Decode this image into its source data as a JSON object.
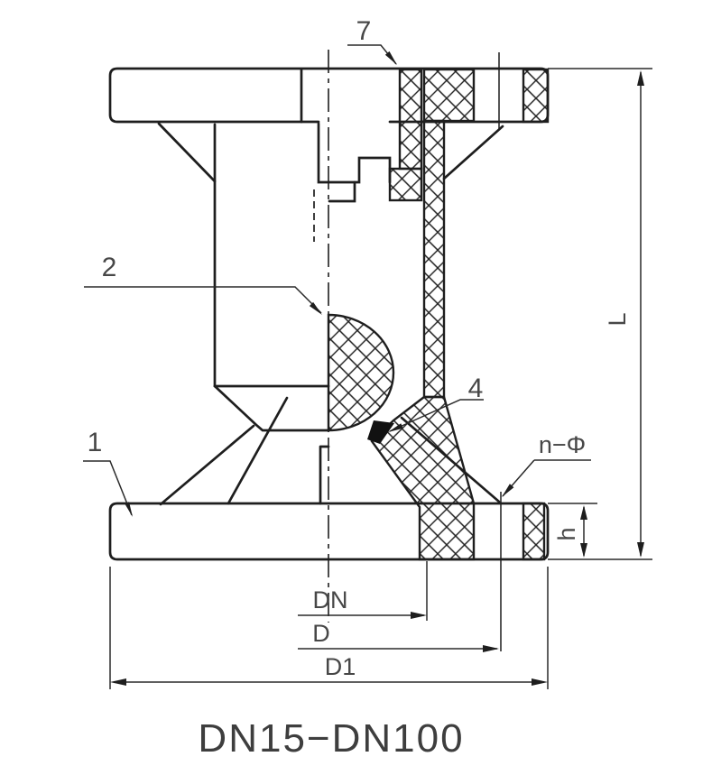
{
  "drawing": {
    "title": "DN15−DN100",
    "part_labels": {
      "body_flange": "1",
      "ball": "2",
      "seat": "4",
      "lining": "7"
    },
    "dimension_labels": {
      "face_to_face_length": "L",
      "flange_thickness": "h",
      "bolt_holes": "n−Φ",
      "nominal_diameter": "DN",
      "bolt_circle_diameter": "D",
      "flange_outside_diameter": "D1"
    },
    "colors": {
      "line": "#1e1e1e",
      "label_text": "#474747",
      "background": "#ffffff"
    }
  }
}
